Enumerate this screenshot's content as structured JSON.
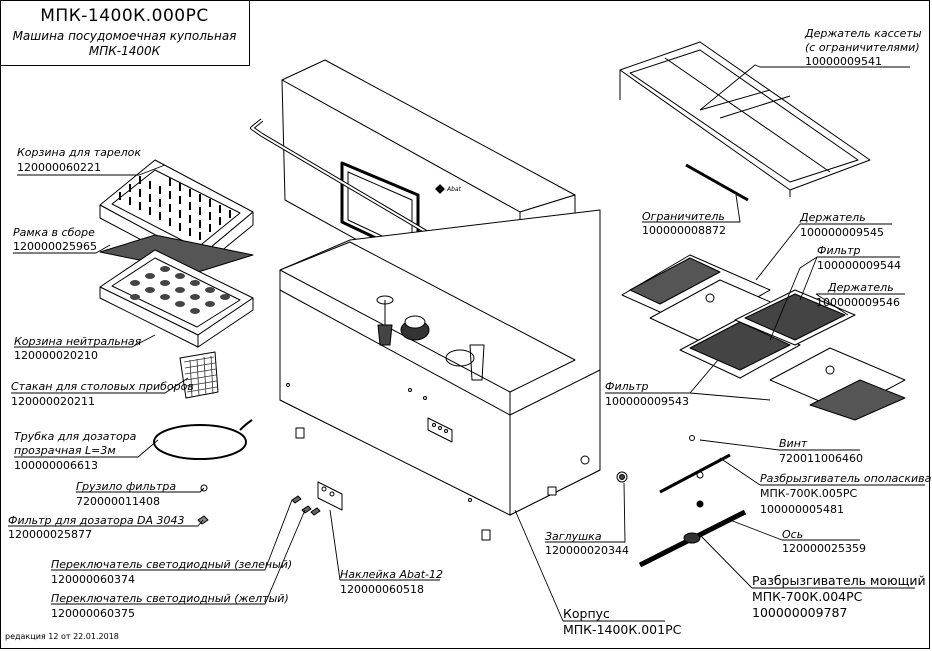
{
  "title": {
    "code": "МПК-1400К.000РС",
    "name": "Машина посудомоечная купольная",
    "model": "МПК-1400К"
  },
  "revision": "редакция 12 от 22.01.2018",
  "parts": {
    "plate_basket": {
      "label": "Корзина для тарелок",
      "code": "120000060221"
    },
    "frame_assembly": {
      "label": "Рамка в сборе",
      "code": "120000025965"
    },
    "neutral_basket": {
      "label": "Корзина нейтральная",
      "code": "120000020210"
    },
    "cutlery_cup": {
      "label": "Стакан для столовых приборов",
      "code": "120000020211"
    },
    "dosing_tube": {
      "label1": "Трубка для дозатора",
      "label2": "прозрачная L=3м",
      "code": "100000006613"
    },
    "filter_weight": {
      "label": "Грузило фильтра",
      "code": "720000011408"
    },
    "dosing_filter": {
      "label": "Фильтр для дозатора DA 3043",
      "code": "120000025877"
    },
    "led_green": {
      "label": "Переключатель светодиодный (зеленый)",
      "code": "120000060374"
    },
    "led_yellow": {
      "label": "Переключатель светодиодный (желтый)",
      "code": "120000060375"
    },
    "sticker": {
      "label": "Наклейка Abat-12",
      "code": "120000060518"
    },
    "body": {
      "label": "Корпус",
      "code": "МПК-1400К.001РС"
    },
    "plug": {
      "label": "Заглушка",
      "code": "120000020344"
    },
    "cassette_holder": {
      "label1": "Держатель кассеты",
      "label2": "(с ограничителями)",
      "code": "10000009541"
    },
    "limiter": {
      "label": "Ограничитель",
      "code": "100000008872"
    },
    "holder_a": {
      "label": "Держатель",
      "code": "100000009545"
    },
    "filter_a": {
      "label": "Фильтр",
      "code": "100000009544"
    },
    "holder_b": {
      "label": "Держатель",
      "code": "100000009546"
    },
    "filter_b": {
      "label": "Фильтр",
      "code": "100000009543"
    },
    "screw": {
      "label": "Винт",
      "code": "720011006460"
    },
    "rinse_sprayer": {
      "label": "Разбрызгиватель ополаскивающий",
      "model": "МПК-700К.005РС",
      "code": "100000005481"
    },
    "axis": {
      "label": "Ось",
      "code": "120000025359"
    },
    "wash_sprayer": {
      "label": "Разбрызгиватель моющий",
      "model": "МПК-700К.004РС",
      "code": "100000009787"
    }
  },
  "machine": {
    "logo": "Abat"
  }
}
